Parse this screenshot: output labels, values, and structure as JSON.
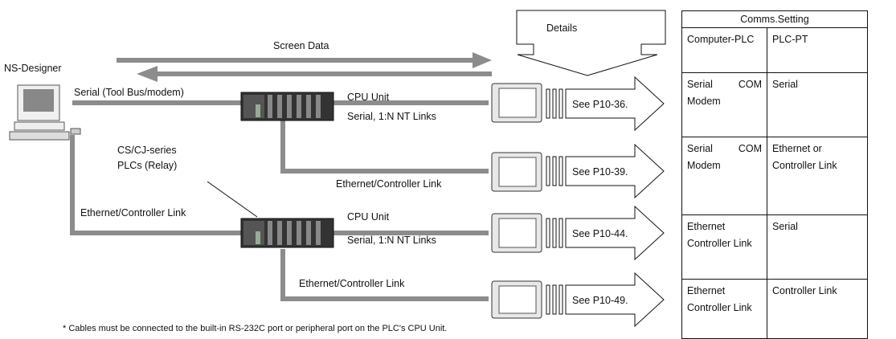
{
  "diagram": {
    "labels": {
      "ns_designer": "NS-Designer",
      "screen_data": "Screen Data",
      "details": "Details",
      "serial_tool_bus": "Serial (Tool Bus/modem)",
      "cpu_unit_1": "CPU Unit",
      "serial_nt_links_1": "Serial, 1:N NT Links",
      "cs_cj_series": "CS/CJ-series",
      "plcs_relay": "PLCs (Relay)",
      "ethernet_controller_link_1": "Ethernet/Controller Link",
      "ethernet_controller_link_left": "Ethernet/Controller Link",
      "cpu_unit_2": "CPU Unit",
      "serial_nt_links_2": "Serial, 1:N NT Links",
      "ethernet_controller_link_2": "Ethernet/Controller Link"
    },
    "see_refs": [
      "See P10-36.",
      "See P10-39.",
      "See P10-44.",
      "See P10-49."
    ],
    "footnote": "*  Cables must be connected to the built-in RS-232C port or peripheral port on the PLC's CPU Unit."
  },
  "table": {
    "title": "Comms.Setting",
    "headers": [
      "Computer-PLC",
      "PLC-PT"
    ],
    "rows": [
      {
        "c1a": "Serial",
        "c1b": "COM",
        "c1c": "Modem",
        "c2a": "Serial",
        "c2b": ""
      },
      {
        "c1a": "Serial",
        "c1b": "COM",
        "c1c": "Modem",
        "c2a": "Ethernet or",
        "c2b": "Controller Link"
      },
      {
        "c1a": "Ethernet",
        "c1b": "",
        "c1c": "Controller Link",
        "c2a": "Serial",
        "c2b": ""
      },
      {
        "c1a": "Ethernet",
        "c1b": "",
        "c1c": "Controller Link",
        "c2a": "Controller Link",
        "c2b": ""
      }
    ]
  },
  "colors": {
    "cable": "#8c8c8c",
    "arrow_fill": "#ffffff",
    "line": "#111111"
  }
}
